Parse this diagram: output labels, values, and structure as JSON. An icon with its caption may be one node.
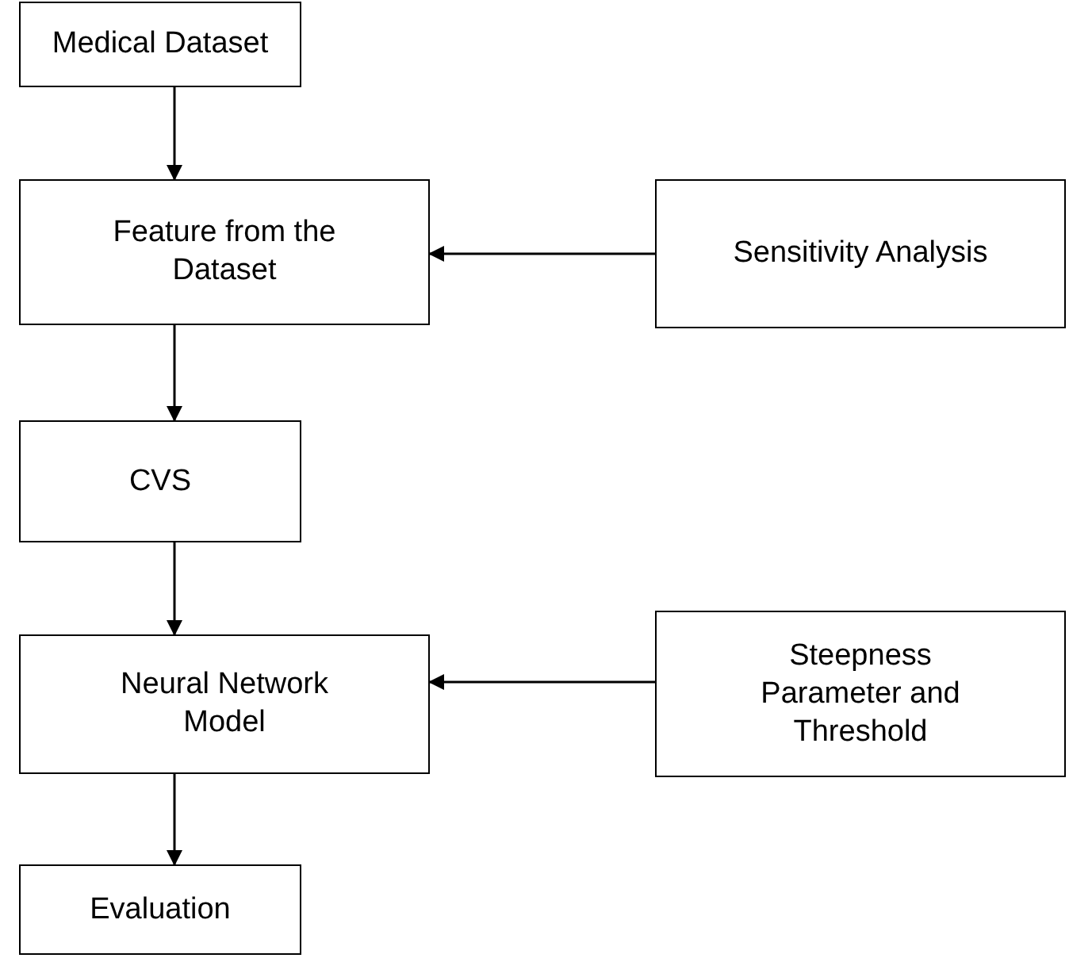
{
  "diagram": {
    "nodes": [
      {
        "text": [
          "Medical Dataset"
        ]
      },
      {
        "text": [
          "Feature from the Dataset"
        ]
      },
      {
        "text": [
          "Sensitivity Analysis"
        ]
      },
      {
        "text": [
          "CVS"
        ]
      },
      {
        "text": [
          "Neural Network Model"
        ]
      },
      {
        "text": [
          "Steepness Parameter and Threshold"
        ]
      },
      {
        "text": [
          "Evaluation"
        ]
      }
    ],
    "edges": [
      {
        "from": 0,
        "to": 1,
        "arrow": "to"
      },
      {
        "from": 2,
        "to": 1,
        "arrow": "to"
      },
      {
        "from": 1,
        "to": 3,
        "arrow": "to"
      },
      {
        "from": 3,
        "to": 4,
        "arrow": "to"
      },
      {
        "from": 5,
        "to": 4,
        "arrow": "to"
      },
      {
        "from": 4,
        "to": 6,
        "arrow": "to"
      }
    ]
  }
}
